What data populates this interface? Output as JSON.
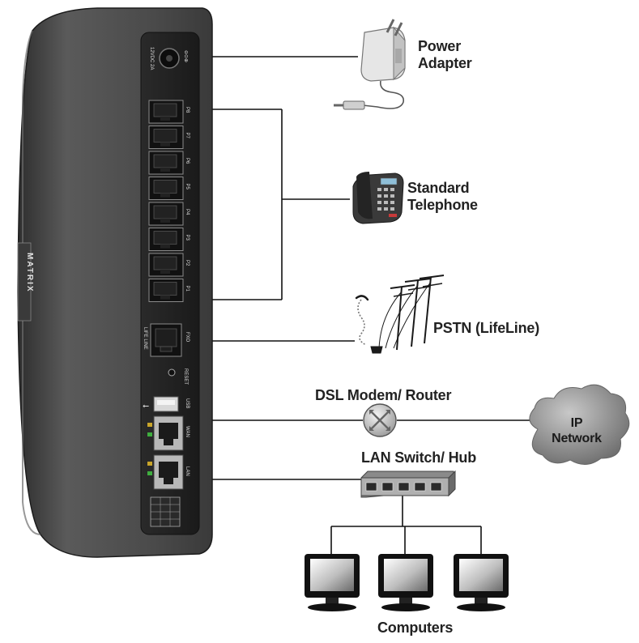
{
  "device": {
    "brand": "MATRIX",
    "power_spec": "12VDC 2A",
    "ports": [
      "P8",
      "P7",
      "P6",
      "P5",
      "P4",
      "P3",
      "P2",
      "P1"
    ],
    "lifeline_label": "LIFE LINE",
    "fxo_label": "FXO",
    "reset_label": "RESET",
    "usb_label": "USB",
    "wan_label": "WAN",
    "lan_label": "LAN"
  },
  "labels": {
    "power_adapter": [
      "Power",
      "Adapter"
    ],
    "standard_telephone": [
      "Standard",
      "Telephone"
    ],
    "pstn": "PSTN (LifeLine)",
    "dsl_modem": "DSL Modem/ Router",
    "ip_network": [
      "IP",
      "Network"
    ],
    "lan_switch": "LAN Switch/ Hub",
    "computers": "Computers"
  },
  "colors": {
    "device_body": "#4a4a4a",
    "connector_line": "#111111",
    "cloud": "#8e8e8e"
  }
}
